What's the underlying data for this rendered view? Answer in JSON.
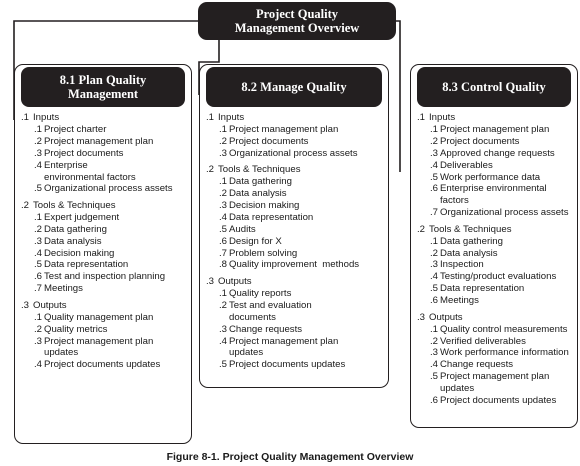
{
  "root": {
    "title_line1": "Project Quality",
    "title_line2": "Management Overview"
  },
  "panels": [
    {
      "id": "plan",
      "title_line1": "8.1 Plan Quality",
      "title_line2": "Management",
      "groups": [
        {
          "num": ".1",
          "title": "Inputs",
          "items": [
            {
              "num": ".1",
              "text": "Project charter"
            },
            {
              "num": ".2",
              "text": "Project management plan"
            },
            {
              "num": ".3",
              "text": "Project documents"
            },
            {
              "num": ".4",
              "text": "Enterprise environmental factors"
            },
            {
              "num": ".5",
              "text": "Organizational process assets"
            }
          ]
        },
        {
          "num": ".2",
          "title": "Tools & Techniques",
          "items": [
            {
              "num": ".1",
              "text": "Expert judgement"
            },
            {
              "num": ".2",
              "text": "Data gathering"
            },
            {
              "num": ".3",
              "text": "Data analysis"
            },
            {
              "num": ".4",
              "text": "Decision making"
            },
            {
              "num": ".5",
              "text": "Data representation"
            },
            {
              "num": ".6",
              "text": "Test and inspection planning"
            },
            {
              "num": ".7",
              "text": "Meetings"
            }
          ]
        },
        {
          "num": ".3",
          "title": "Outputs",
          "items": [
            {
              "num": ".1",
              "text": "Quality management plan"
            },
            {
              "num": ".2",
              "text": "Quality metrics"
            },
            {
              "num": ".3",
              "text": "Project management plan updates"
            },
            {
              "num": ".4",
              "text": "Project documents updates"
            }
          ]
        }
      ]
    },
    {
      "id": "manage",
      "title_line1": "8.2 Manage Quality",
      "title_line2": "",
      "groups": [
        {
          "num": ".1",
          "title": "Inputs",
          "items": [
            {
              "num": ".1",
              "text": "Project management plan"
            },
            {
              "num": ".2",
              "text": "Project documents"
            },
            {
              "num": ".3",
              "text": "Organizational process assets"
            }
          ]
        },
        {
          "num": ".2",
          "title": "Tools & Techniques",
          "items": [
            {
              "num": ".1",
              "text": "Data gathering"
            },
            {
              "num": ".2",
              "text": "Data analysis"
            },
            {
              "num": ".3",
              "text": "Decision making"
            },
            {
              "num": ".4",
              "text": "Data representation"
            },
            {
              "num": ".5",
              "text": "Audits"
            },
            {
              "num": ".6",
              "text": "Design for X"
            },
            {
              "num": ".7",
              "text": "Problem solving"
            },
            {
              "num": ".8",
              "text": "Quality improvement  methods"
            }
          ]
        },
        {
          "num": ".3",
          "title": "Outputs",
          "items": [
            {
              "num": ".1",
              "text": "Quality reports"
            },
            {
              "num": ".2",
              "text": "Test and evaluation documents"
            },
            {
              "num": ".3",
              "text": "Change requests"
            },
            {
              "num": ".4",
              "text": "Project management plan updates"
            },
            {
              "num": ".5",
              "text": "Project documents updates"
            }
          ]
        }
      ]
    },
    {
      "id": "control",
      "title_line1": "8.3 Control Quality",
      "title_line2": "",
      "groups": [
        {
          "num": ".1",
          "title": "Inputs",
          "items": [
            {
              "num": ".1",
              "text": "Project management plan"
            },
            {
              "num": ".2",
              "text": "Project documents"
            },
            {
              "num": ".3",
              "text": "Approved change requests"
            },
            {
              "num": ".4",
              "text": "Deliverables"
            },
            {
              "num": ".5",
              "text": "Work performance data"
            },
            {
              "num": ".6",
              "text": "Enterprise environmental factors"
            },
            {
              "num": ".7",
              "text": "Organizational process assets"
            }
          ]
        },
        {
          "num": ".2",
          "title": "Tools & Techniques",
          "items": [
            {
              "num": ".1",
              "text": "Data gathering"
            },
            {
              "num": ".2",
              "text": "Data analysis"
            },
            {
              "num": ".3",
              "text": "Inspection"
            },
            {
              "num": ".4",
              "text": "Testing/product evaluations"
            },
            {
              "num": ".5",
              "text": "Data representation"
            },
            {
              "num": ".6",
              "text": "Meetings"
            }
          ]
        },
        {
          "num": ".3",
          "title": "Outputs",
          "items": [
            {
              "num": ".1",
              "text": "Quality control measurements"
            },
            {
              "num": ".2",
              "text": "Verified deliverables"
            },
            {
              "num": ".3",
              "text": "Work performance information"
            },
            {
              "num": ".4",
              "text": "Change requests"
            },
            {
              "num": ".5",
              "text": "Project management plan updates"
            },
            {
              "num": ".6",
              "text": "Project documents updates"
            }
          ]
        }
      ]
    }
  ],
  "caption": "Figure 8-1. Project Quality Management Overview"
}
